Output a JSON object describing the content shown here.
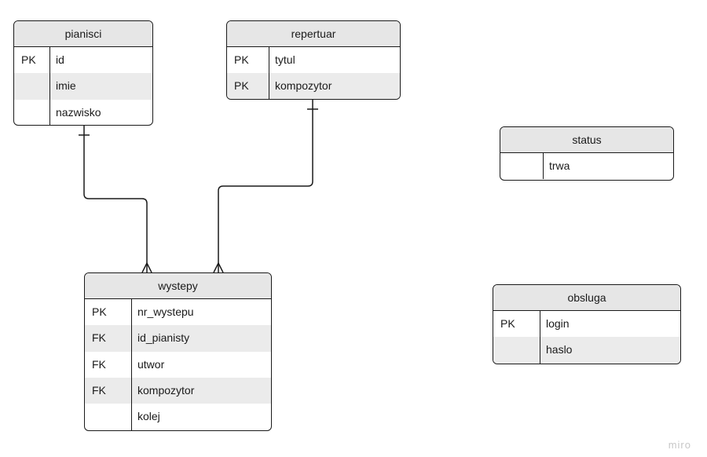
{
  "entities": {
    "pianisci": {
      "name": "pianisci",
      "rows": [
        {
          "key": "PK",
          "field": "id"
        },
        {
          "key": "",
          "field": "imie"
        },
        {
          "key": "",
          "field": "nazwisko"
        }
      ]
    },
    "repertuar": {
      "name": "repertuar",
      "rows": [
        {
          "key": "PK",
          "field": "tytul"
        },
        {
          "key": "PK",
          "field": "kompozytor"
        }
      ]
    },
    "status": {
      "name": "status",
      "rows": [
        {
          "key": "",
          "field": "trwa"
        }
      ]
    },
    "wystepy": {
      "name": "wystepy",
      "rows": [
        {
          "key": "PK",
          "field": "nr_wystepu"
        },
        {
          "key": "FK",
          "field": "id_pianisty"
        },
        {
          "key": "FK",
          "field": "utwor"
        },
        {
          "key": "FK",
          "field": "kompozytor"
        },
        {
          "key": "",
          "field": "kolej"
        }
      ]
    },
    "obsluga": {
      "name": "obsluga",
      "rows": [
        {
          "key": "PK",
          "field": "login"
        },
        {
          "key": "",
          "field": "haslo"
        }
      ]
    }
  },
  "relationships": [
    {
      "from": "pianisci",
      "to": "wystepy",
      "from_cardinality": "one",
      "to_cardinality": "many"
    },
    {
      "from": "repertuar",
      "to": "wystepy",
      "from_cardinality": "one",
      "to_cardinality": "many"
    }
  ],
  "watermark": "miro"
}
